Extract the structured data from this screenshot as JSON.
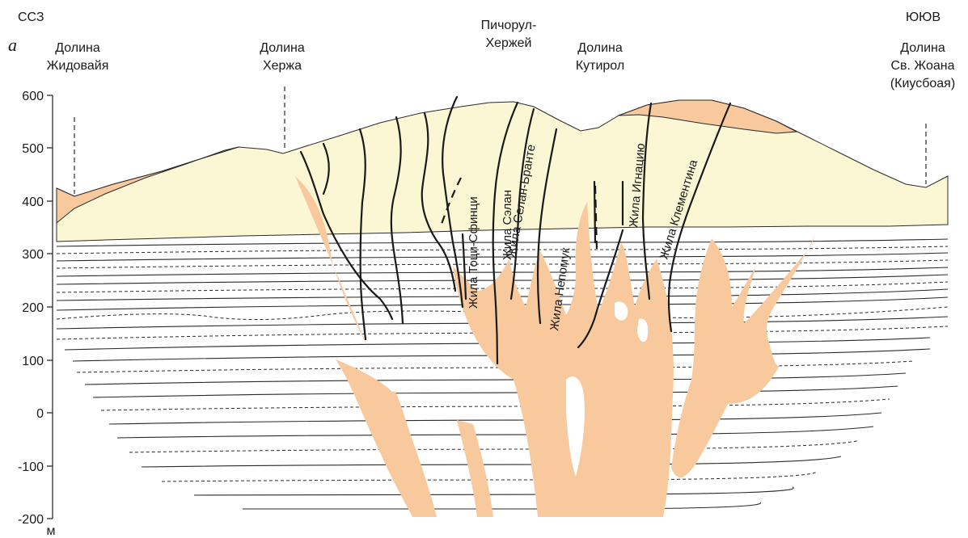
{
  "labels": {
    "panel": "а",
    "direction_left": "ССЗ",
    "direction_right": "ЮЮВ",
    "unit": "м",
    "valley_zhidovaya": [
      "Долина",
      "Жидовайя"
    ],
    "valley_kherzha": [
      "Долина",
      "Хержа"
    ],
    "peak_pichorul": [
      "Пичорул-",
      "Хержей"
    ],
    "valley_kutirol": [
      "Долина",
      "Кутирол"
    ],
    "valley_joan": [
      "Долина",
      "Св. Жоана",
      "(Киусбоая)"
    ]
  },
  "y_axis": {
    "ticks": [
      "600",
      "500",
      "400",
      "300",
      "200",
      "100",
      "0",
      "-100",
      "-200"
    ]
  },
  "veins": {
    "toci": "Жила Тоци-Сфинци",
    "selan": "Жила Сэлан",
    "selan_brante": "Жила Селан-Бранте",
    "nepomuk": "Жила Непомук",
    "ignatiu": "Жила Игнацию",
    "clementina": "Жила Клементина"
  },
  "colors": {
    "overburden": "#fbf6d4",
    "intrusive": "#f8c99d",
    "line": "#1a1a1a"
  }
}
